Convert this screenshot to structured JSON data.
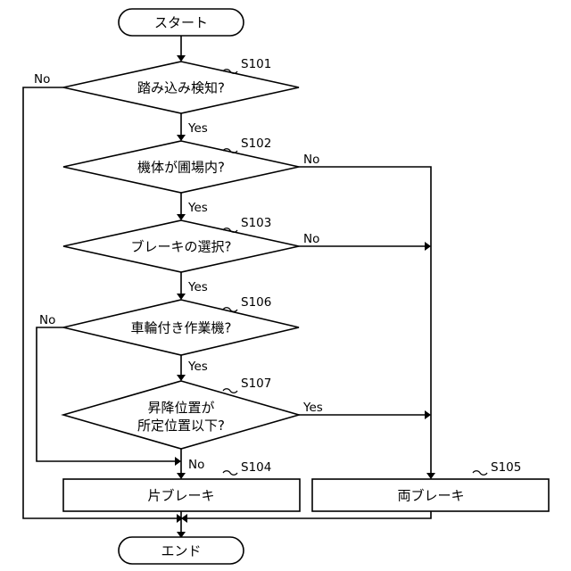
{
  "nodes": {
    "start": {
      "text": "スタート"
    },
    "s101": {
      "code": "S101",
      "text": "踏み込み検知?"
    },
    "s102": {
      "code": "S102",
      "text": "機体が圃場内?"
    },
    "s103": {
      "code": "S103",
      "text": "ブレーキの選択?"
    },
    "s106": {
      "code": "S106",
      "text": "車輪付き作業機?"
    },
    "s107": {
      "code": "S107",
      "line1": "昇降位置が",
      "line2": "所定位置以下?"
    },
    "s104": {
      "code": "S104",
      "text": "片ブレーキ"
    },
    "s105": {
      "code": "S105",
      "text": "両ブレーキ"
    },
    "end": {
      "text": "エンド"
    }
  },
  "labels": {
    "s101_no": "No",
    "s101_yes": "Yes",
    "s102_no": "No",
    "s102_yes": "Yes",
    "s103_no": "No",
    "s103_yes": "Yes",
    "s106_no": "No",
    "s106_yes": "Yes",
    "s107_yes": "Yes",
    "s107_no": "No"
  }
}
